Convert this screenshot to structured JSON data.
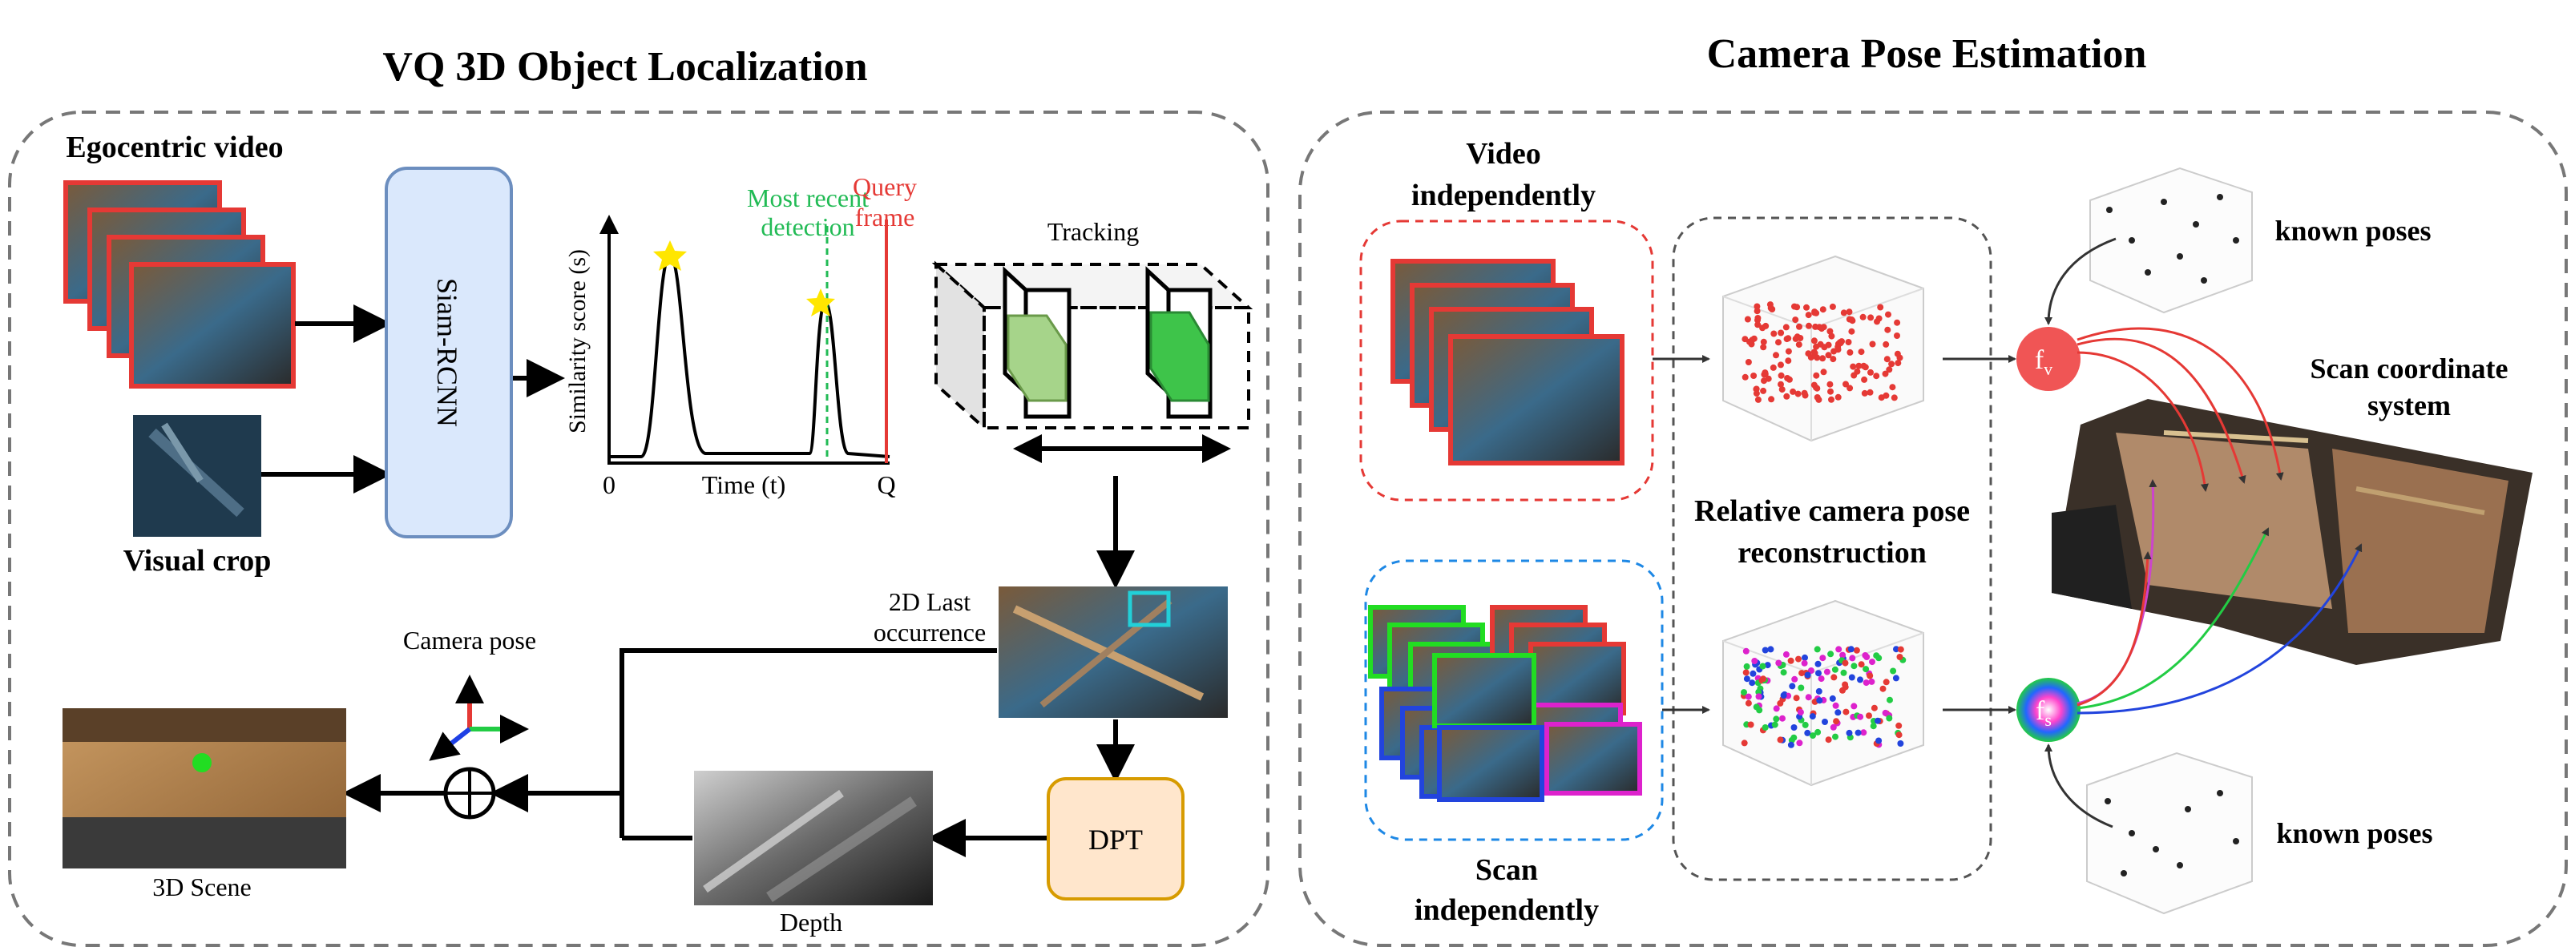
{
  "left_panel": {
    "title": "VQ 3D Object Localization",
    "egocentric_label": "Egocentric video",
    "visual_crop_label": "Visual crop",
    "siam_label": "Siam-RCNN",
    "chart": {
      "ylabel": "Similarity score (s)",
      "xlabel": "Time (t)",
      "x_start": "0",
      "x_end": "Q",
      "recent_label_1": "Most recent",
      "recent_label_2": "detection",
      "query_label_1": "Query",
      "query_label_2": "frame"
    },
    "tracking_label": "Tracking",
    "last_occ_1": "2D Last",
    "last_occ_2": "occurrence",
    "dpt_label": "DPT",
    "depth_label": "Depth",
    "camera_pose_label": "Camera pose",
    "scene_label": "3D Scene"
  },
  "right_panel": {
    "title": "Camera Pose Estimation",
    "video_label_1": "Video",
    "video_label_2": "independently",
    "scan_label_1": "Scan",
    "scan_label_2": "independently",
    "relative_1": "Relative camera pose",
    "relative_2": "reconstruction",
    "fv_base": "f",
    "fv_sub": "v",
    "fs_base": "f",
    "fs_sub": "s",
    "known_top": "known poses",
    "known_bottom": "known poses",
    "scan_coord_1": "Scan coordinate",
    "scan_coord_2": "system"
  },
  "colors": {
    "video_red": "#e53935",
    "scan_blue": "#1e88e5",
    "siam_fill": "#dae8fc",
    "siam_stroke": "#6c8ebf",
    "dpt_fill": "#ffe6cc",
    "dpt_stroke": "#d79b00",
    "recent_green": "#22bb55",
    "query_red": "#e53935"
  }
}
